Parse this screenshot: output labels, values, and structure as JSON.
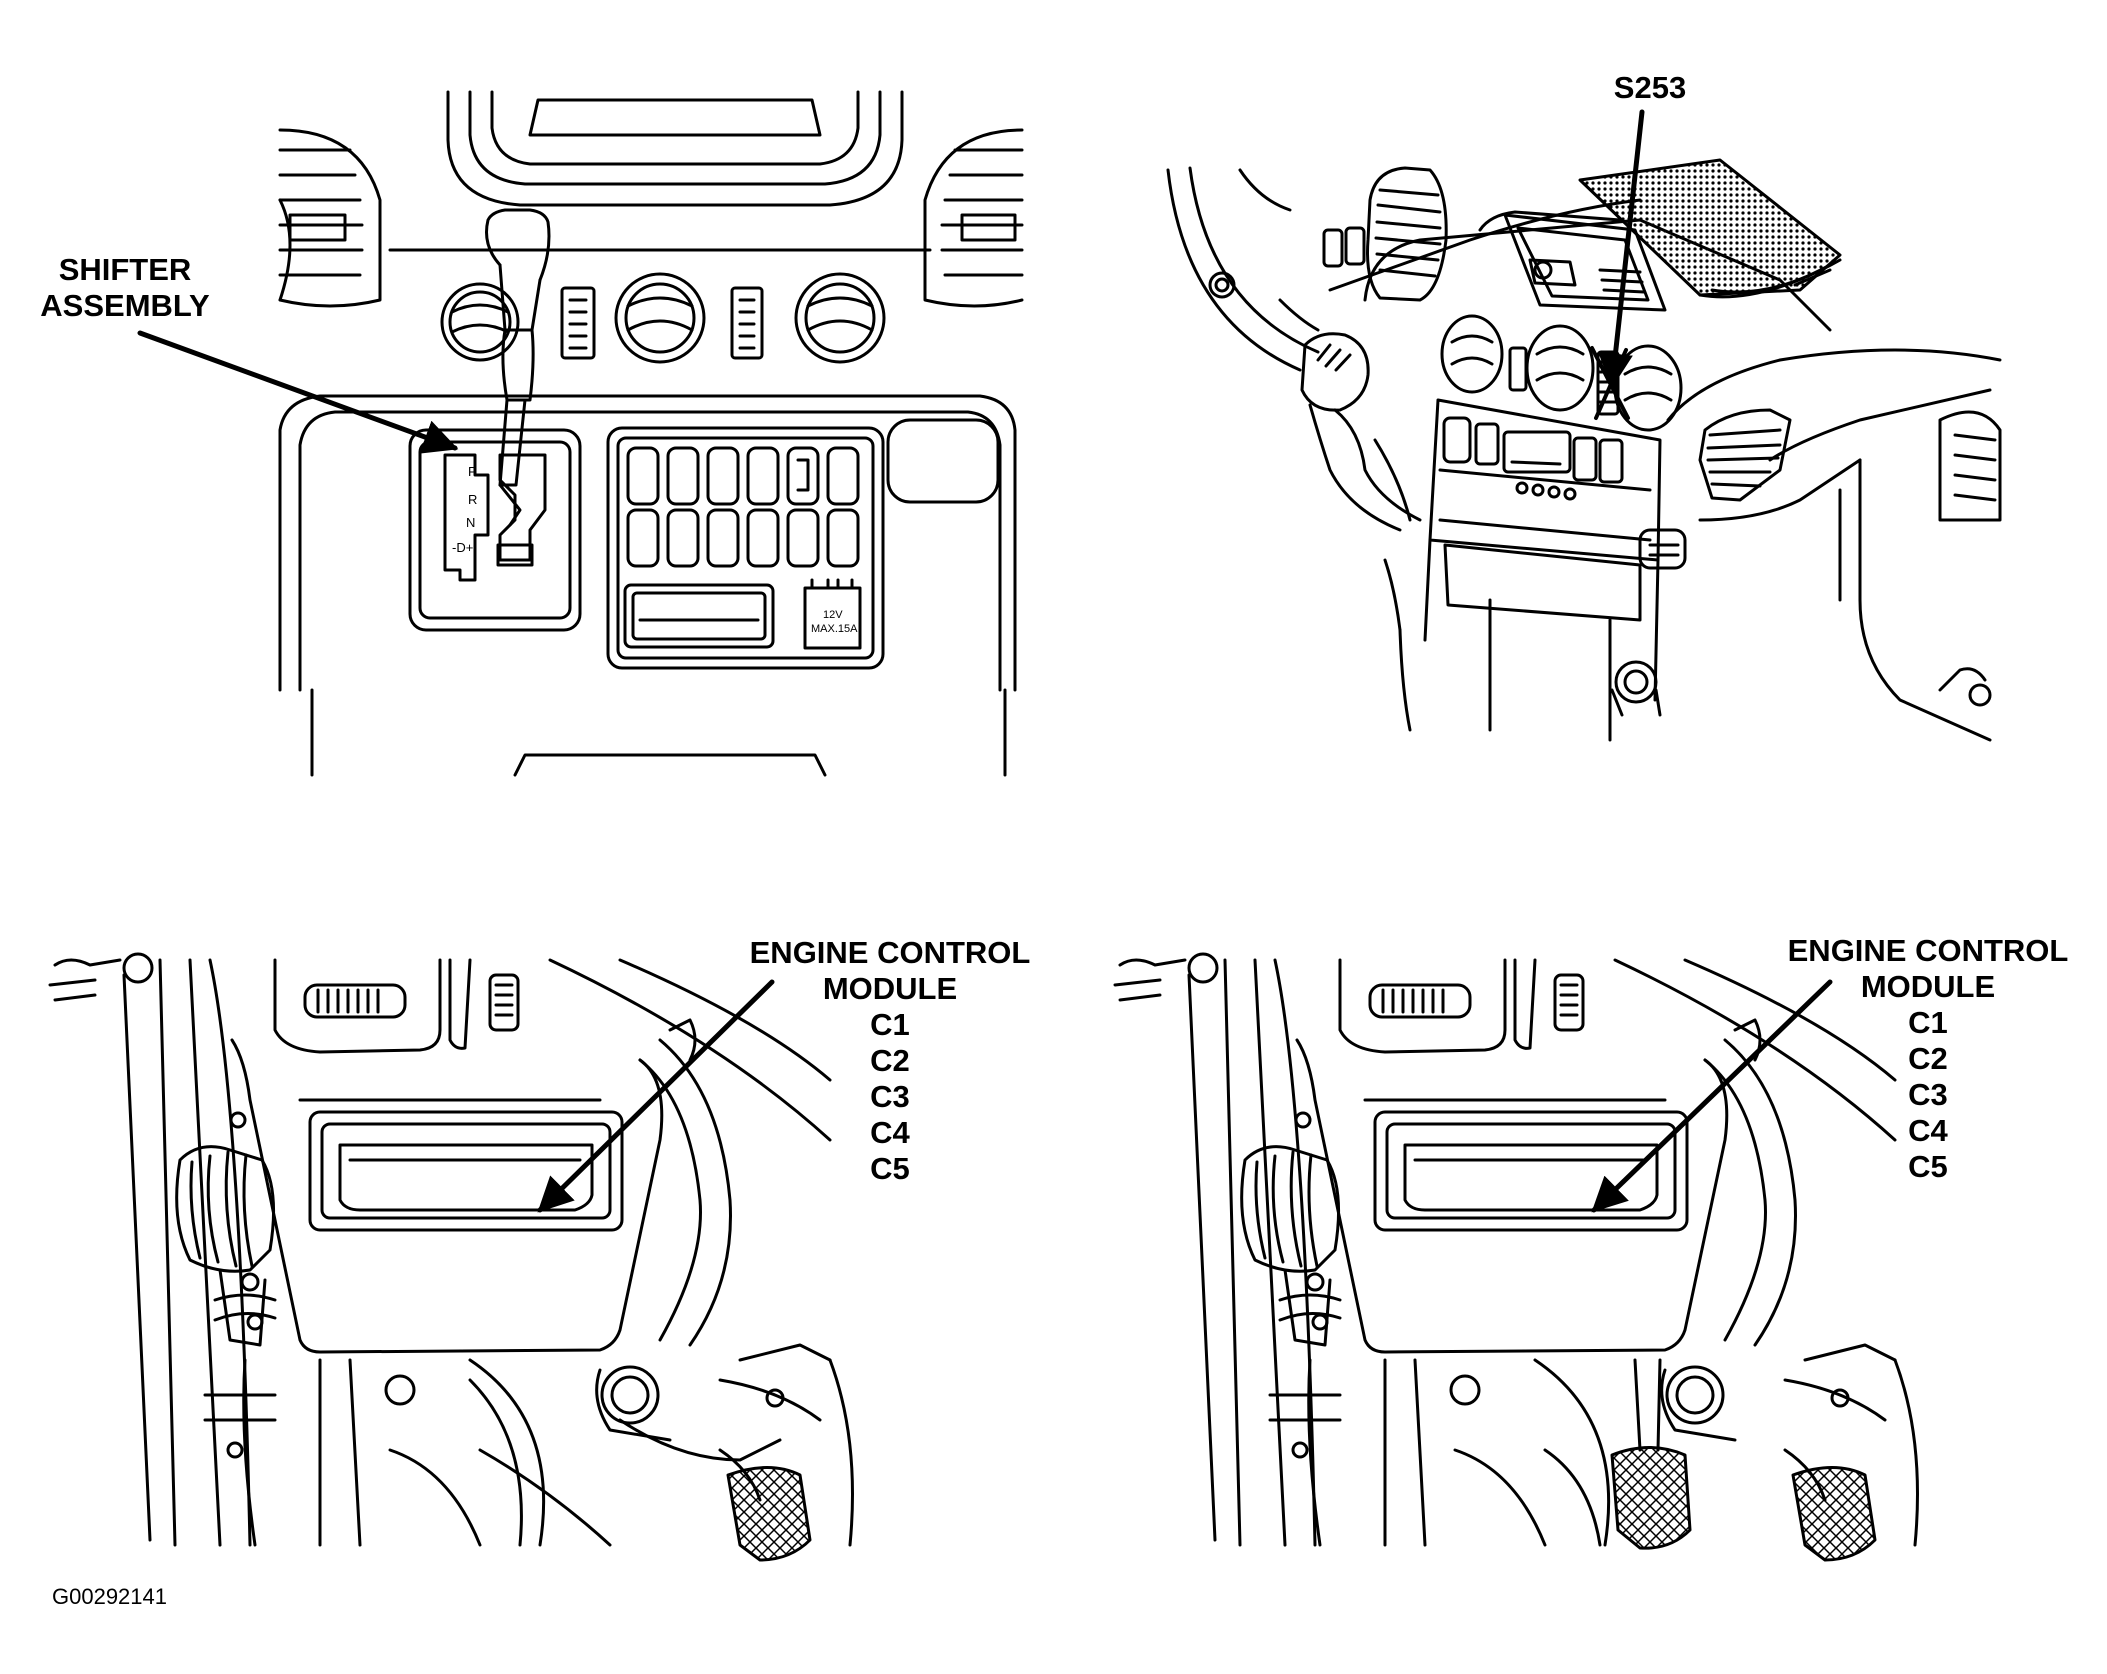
{
  "labels": {
    "shifter": [
      "SHIFTER",
      "ASSEMBLY"
    ],
    "splice": "S253",
    "ecm_left": [
      "ENGINE CONTROL",
      "MODULE",
      "C1",
      "C2",
      "C3",
      "C4",
      "C5"
    ],
    "ecm_right": [
      "ENGINE CONTROL",
      "MODULE",
      "C1",
      "C2",
      "C3",
      "C4",
      "C5"
    ],
    "shift_gate": [
      "P",
      "R",
      "N",
      "-D+"
    ],
    "power_outlet": [
      "12V",
      "MAX.15A"
    ]
  },
  "figure_id": "G00292141",
  "colors": {
    "line": "#000000",
    "background": "#ffffff"
  }
}
